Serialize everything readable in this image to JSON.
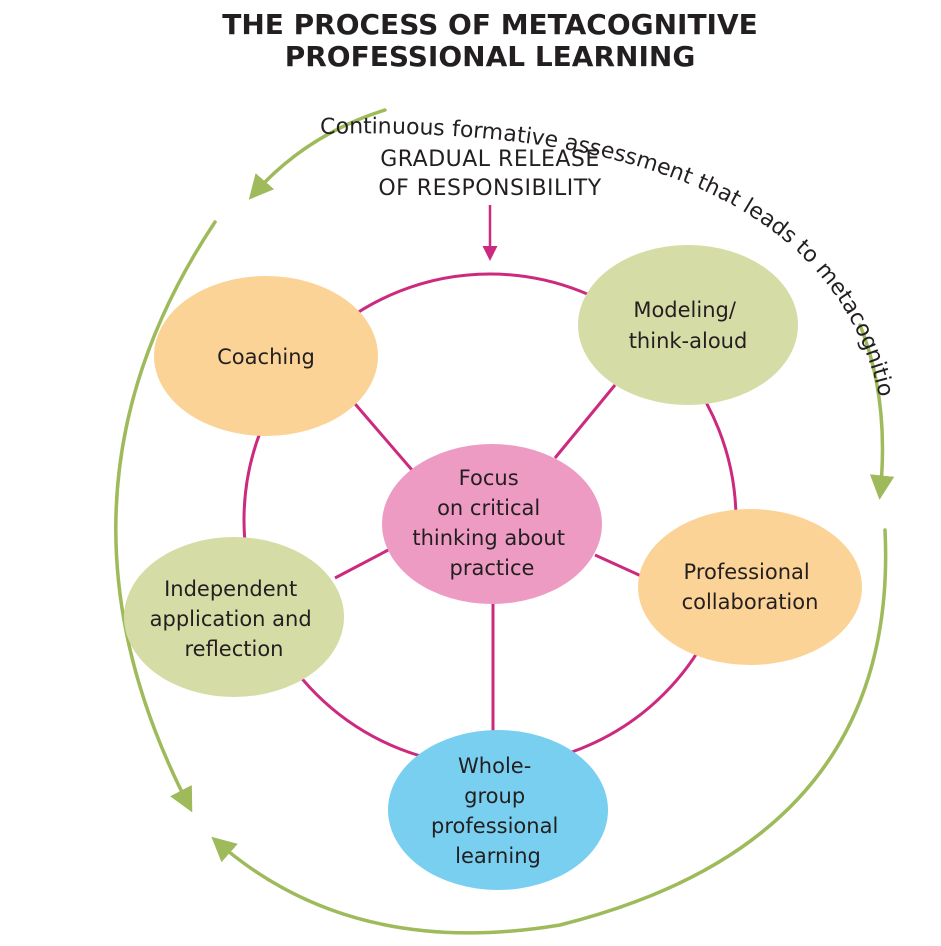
{
  "title": {
    "line1": "THE PROCESS OF METACOGNITIVE",
    "line2": "PROFESSIONAL LEARNING"
  },
  "outer_cycle_label": "Continuous formative assessment that leads to metacognition",
  "gradual_release": {
    "line1": "GRADUAL RELEASE",
    "line2": "OF RESPONSIBILITY"
  },
  "center": {
    "lines": [
      "Focus",
      "on critical",
      "thinking about",
      "practice"
    ]
  },
  "nodes": {
    "coaching": {
      "lines": [
        "Coaching"
      ]
    },
    "modeling": {
      "lines": [
        "Modeling/",
        "think-aloud"
      ]
    },
    "collaboration": {
      "lines": [
        "Professional",
        "collaboration"
      ]
    },
    "whole_group": {
      "lines": [
        "Whole-",
        "group",
        "professional",
        "learning"
      ]
    },
    "independent": {
      "lines": [
        "Independent",
        "application and",
        "reflection"
      ]
    }
  },
  "colors": {
    "orange": "#fbd396",
    "green": "#d6dca6",
    "pink": "#ee9bc3",
    "blue": "#79cfef",
    "connector": "#cc2a7e",
    "outer_arrow": "#9fba5a",
    "text": "#231f20"
  }
}
